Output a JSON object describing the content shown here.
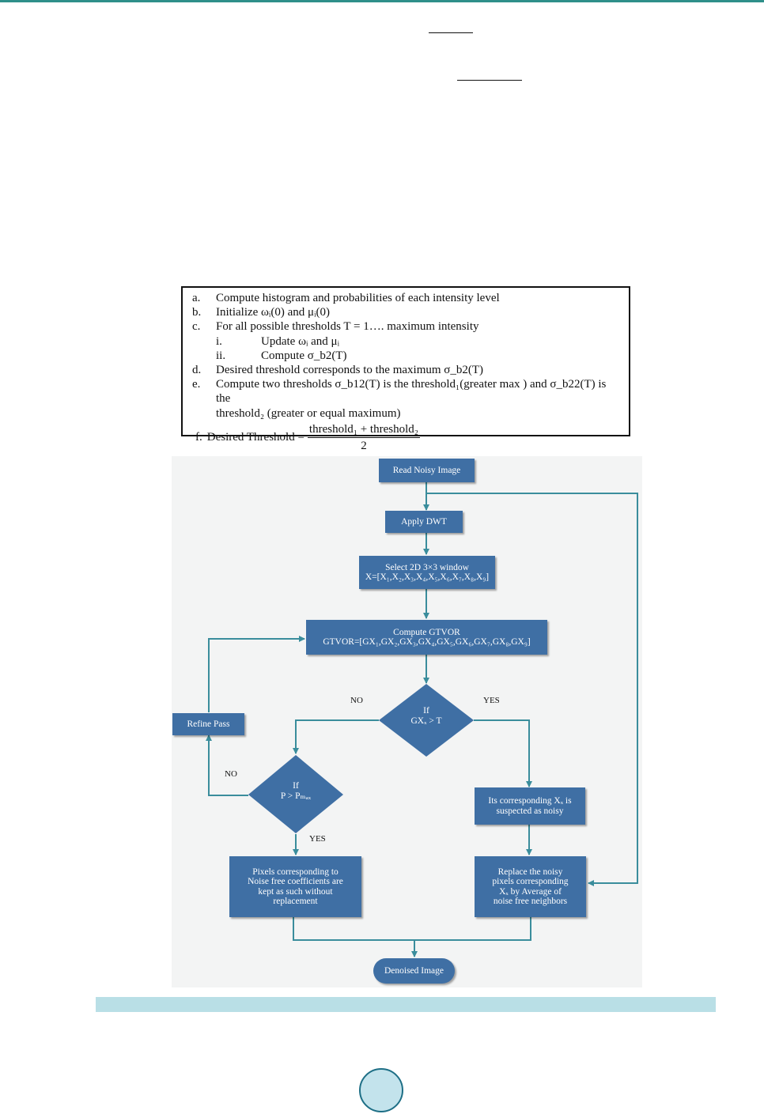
{
  "algorithm": {
    "steps": [
      {
        "marker": "a.",
        "text": "Compute histogram and probabilities of each intensity level"
      },
      {
        "marker": "b.",
        "text": "Initialize ωᵢ(0) and μᵢ(0)"
      },
      {
        "marker": "c.",
        "text": "For all possible thresholds T = 1…. maximum intensity"
      },
      {
        "marker": "i.",
        "text": "Update ωᵢ and μᵢ"
      },
      {
        "marker": "ii.",
        "text": "Compute σ_b2(T)"
      },
      {
        "marker": "d.",
        "text": "Desired threshold corresponds to the maximum σ_b2(T)"
      },
      {
        "marker": "e.",
        "text": "Compute two thresholds σ_b12(T) is the threshold₁(greater max ) and σ_b22(T) is the"
      },
      {
        "marker": "",
        "text": "threshold₂ (greater or equal maximum)"
      }
    ],
    "final": {
      "marker": "f.",
      "label": "Desired Threshold =",
      "numerator": "threshold₁ + threshold₂",
      "denominator": "2"
    }
  },
  "flowchart": {
    "nodes": {
      "read": "Read Noisy Image",
      "dwt": "Apply DWT",
      "select_line1": "Select 2D 3×3 window",
      "select_line2": "X=[X₁,X₂,X₃,X₄,X₅,X₆,X₇,X₈,X₉]",
      "gtvor_line1": "Compute GTVOR",
      "gtvor_line2": "GTVOR=[GX₁,GX₂,GX₃,GX₄,GX₅,GX₆,GX₇,GX₈,GX₉]",
      "cond1_line1": "If",
      "cond1_line2": "GXₓ > T",
      "refine": "Refine Pass",
      "cond2_line1": "If",
      "cond2_line2": "P > Pₘₐₓ",
      "suspect_line1": "Its corresponding Xₓ is",
      "suspect_line2": "suspected as noisy",
      "keep_line1": "Pixels corresponding to",
      "keep_line2": "Noise free coefficients are",
      "keep_line3": "kept as such without",
      "keep_line4": "replacement",
      "replace_line1": "Replace the noisy",
      "replace_line2": "pixels corresponding",
      "replace_line3": "Xₓ by Average of",
      "replace_line4": "noise free neighbors",
      "denoised": "Denoised Image"
    },
    "labels": {
      "no1": "NO",
      "yes1": "YES",
      "no2": "NO",
      "yes2": "YES"
    },
    "colors": {
      "node_fill": "#3f6fa4",
      "arrow": "#3a8d9c",
      "background": "#f3f4f4"
    }
  },
  "colors": {
    "top_rule": "#2f8f8a",
    "caption_bar": "#b9dfe6",
    "page_circle_fill": "#c3e3ec",
    "page_circle_border": "#1e6f86"
  }
}
